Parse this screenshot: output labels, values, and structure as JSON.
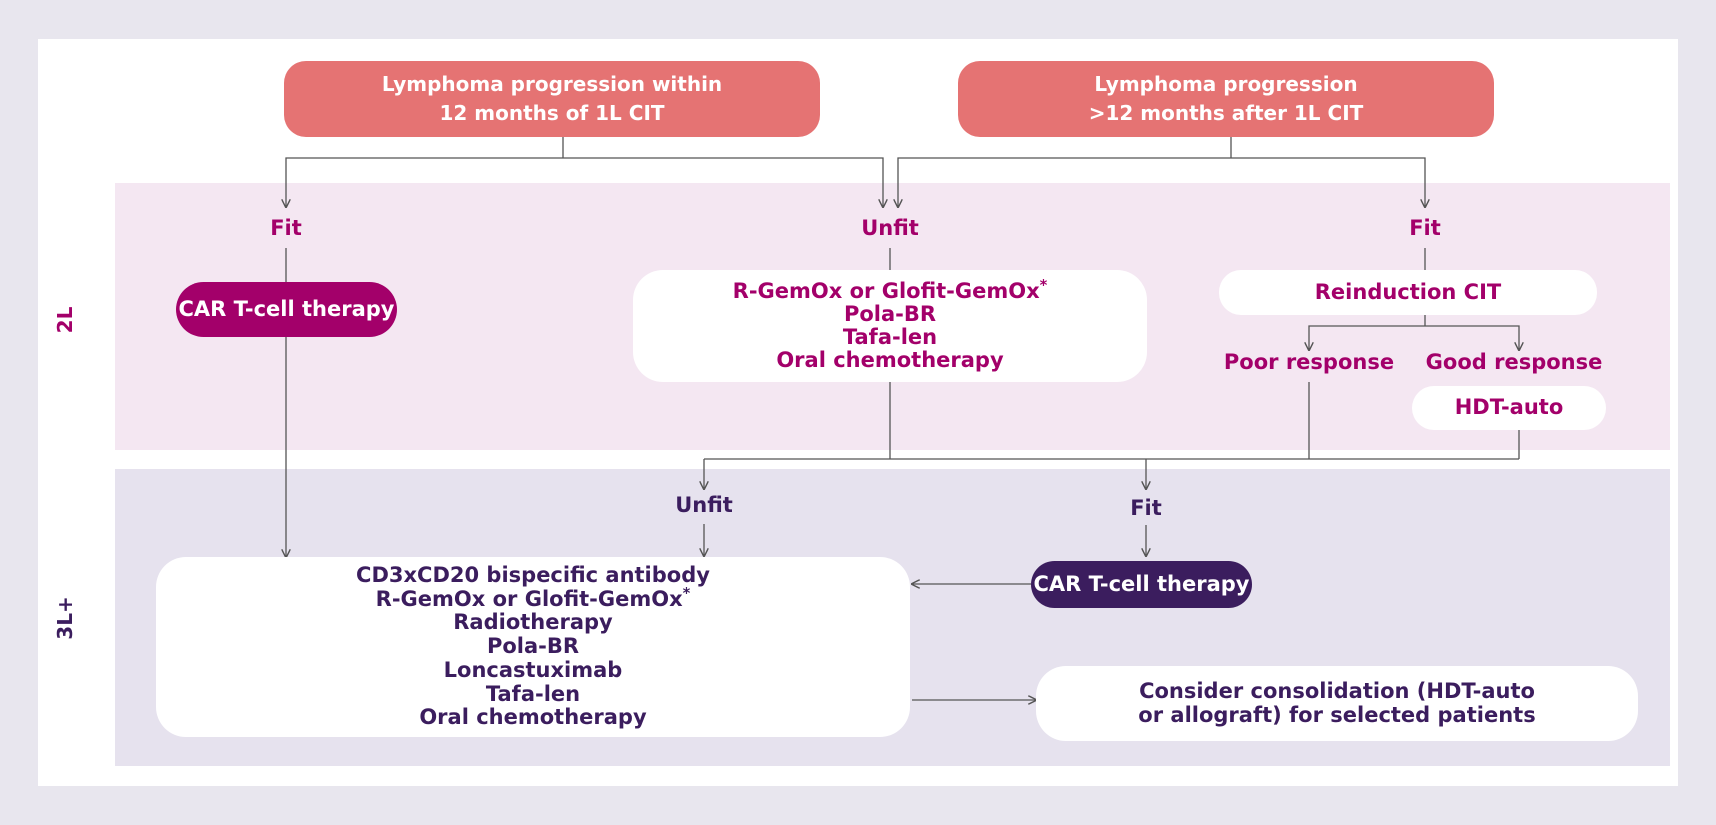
{
  "top_boxes": {
    "within_12": {
      "line1": "Lymphoma progression within",
      "line2": "12 months of 1L CIT"
    },
    "after_12": {
      "line1": "Lymphoma progression",
      "line2": ">12 months after 1L CIT"
    }
  },
  "bands": {
    "second_line": "2L",
    "third_line": "3L+"
  },
  "second_line": {
    "fit_left": "Fit",
    "unfit": "Unfit",
    "fit_right": "Fit",
    "car_t": "CAR T-cell therapy",
    "unfit_options": {
      "line1": "R-GemOx or Glofit-GemOx",
      "line1_mark": "*",
      "line2": "Pola-BR",
      "line3": "Tafa-len",
      "line4": "Oral chemotherapy"
    },
    "reinduction": "Reinduction CIT",
    "poor_response": "Poor response",
    "good_response": "Good response",
    "hdt_auto": "HDT-auto"
  },
  "third_line": {
    "unfit": "Unfit",
    "fit": "Fit",
    "car_t": "CAR T-cell therapy",
    "options": {
      "line1": "CD3xCD20 bispecific antibody",
      "line2": "R-GemOx or Glofit-GemOx",
      "line2_mark": "*",
      "line3": "Radiotherapy",
      "line4": "Pola-BR",
      "line5": "Loncastuximab",
      "line6": "Tafa-len",
      "line7": "Oral chemotherapy"
    },
    "consolidation": {
      "line1": "Consider consolidation (HDT-auto",
      "line2": "or allograft) for selected patients"
    }
  },
  "colors": {
    "top_box": "#e57373",
    "magenta": "#a3006a",
    "purple": "#3b1d5e",
    "band_2l": "#f4e7f2",
    "band_3l": "#e6e2ee"
  }
}
